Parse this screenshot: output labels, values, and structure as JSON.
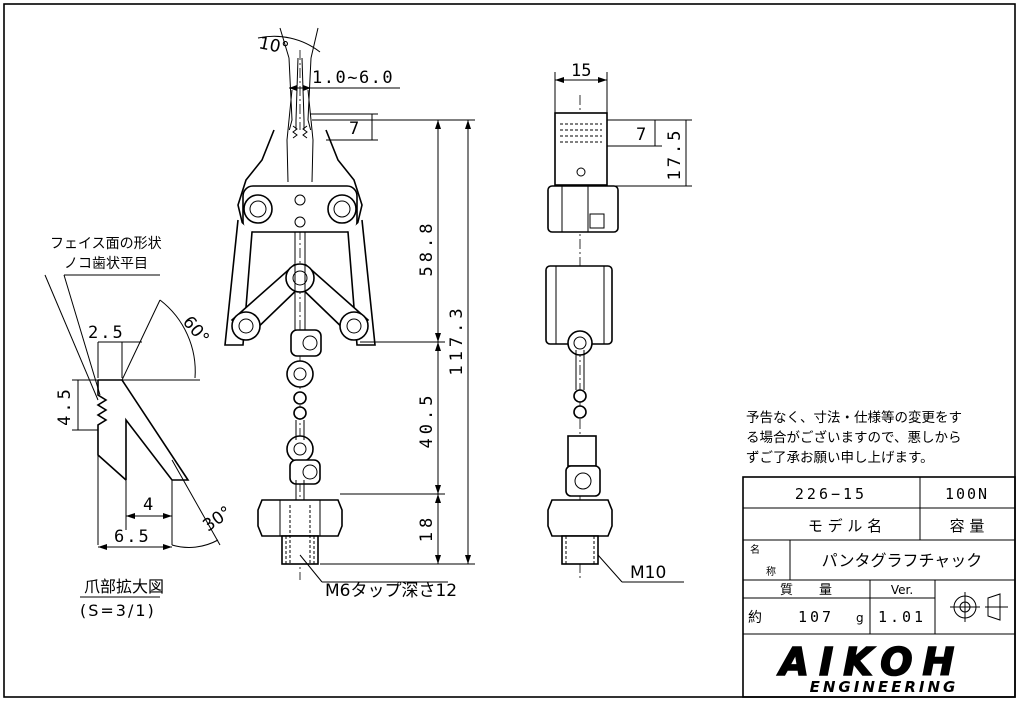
{
  "dims": {
    "angle_tip": "10°",
    "stroke": "1.0~6.0",
    "tip_height": "7",
    "h58": "58.8",
    "h117": "117.3",
    "h40": "40.5",
    "h18": "18",
    "side_w": "15",
    "side_7": "7",
    "side_17": "17.5",
    "m10": "M10",
    "m6": "M6タップ深さ12"
  },
  "detail": {
    "face_line1": "フェイス面の形状",
    "face_line2": "ノコ歯状平目",
    "d25": "2.5",
    "d45": "4.5",
    "d4": "4",
    "d65": "6.5",
    "a60": "60°",
    "a30": "30°",
    "title": "爪部拡大図",
    "scale": "(S=3/1)"
  },
  "notice": {
    "line1": "予告なく、寸法・仕様等の変更をす",
    "line2": "る場合がございますので、悪しから",
    "line3": "ずご了承お願い申し上げます。"
  },
  "titleblock": {
    "model": "226−15",
    "capacity": "100N",
    "model_label": "モ デ ル 名",
    "capacity_label": "容 量",
    "name_label_top": "名",
    "name_label_bottom": "称",
    "name": "パンタグラフチャック",
    "weight_label": "質　　量",
    "ver_label": "Ver.",
    "weight_prefix": "約",
    "weight_value": "107",
    "weight_unit": "g",
    "ver_value": "1.01",
    "brand": "AIKOH",
    "brand_sub": "ENGINEERING"
  }
}
